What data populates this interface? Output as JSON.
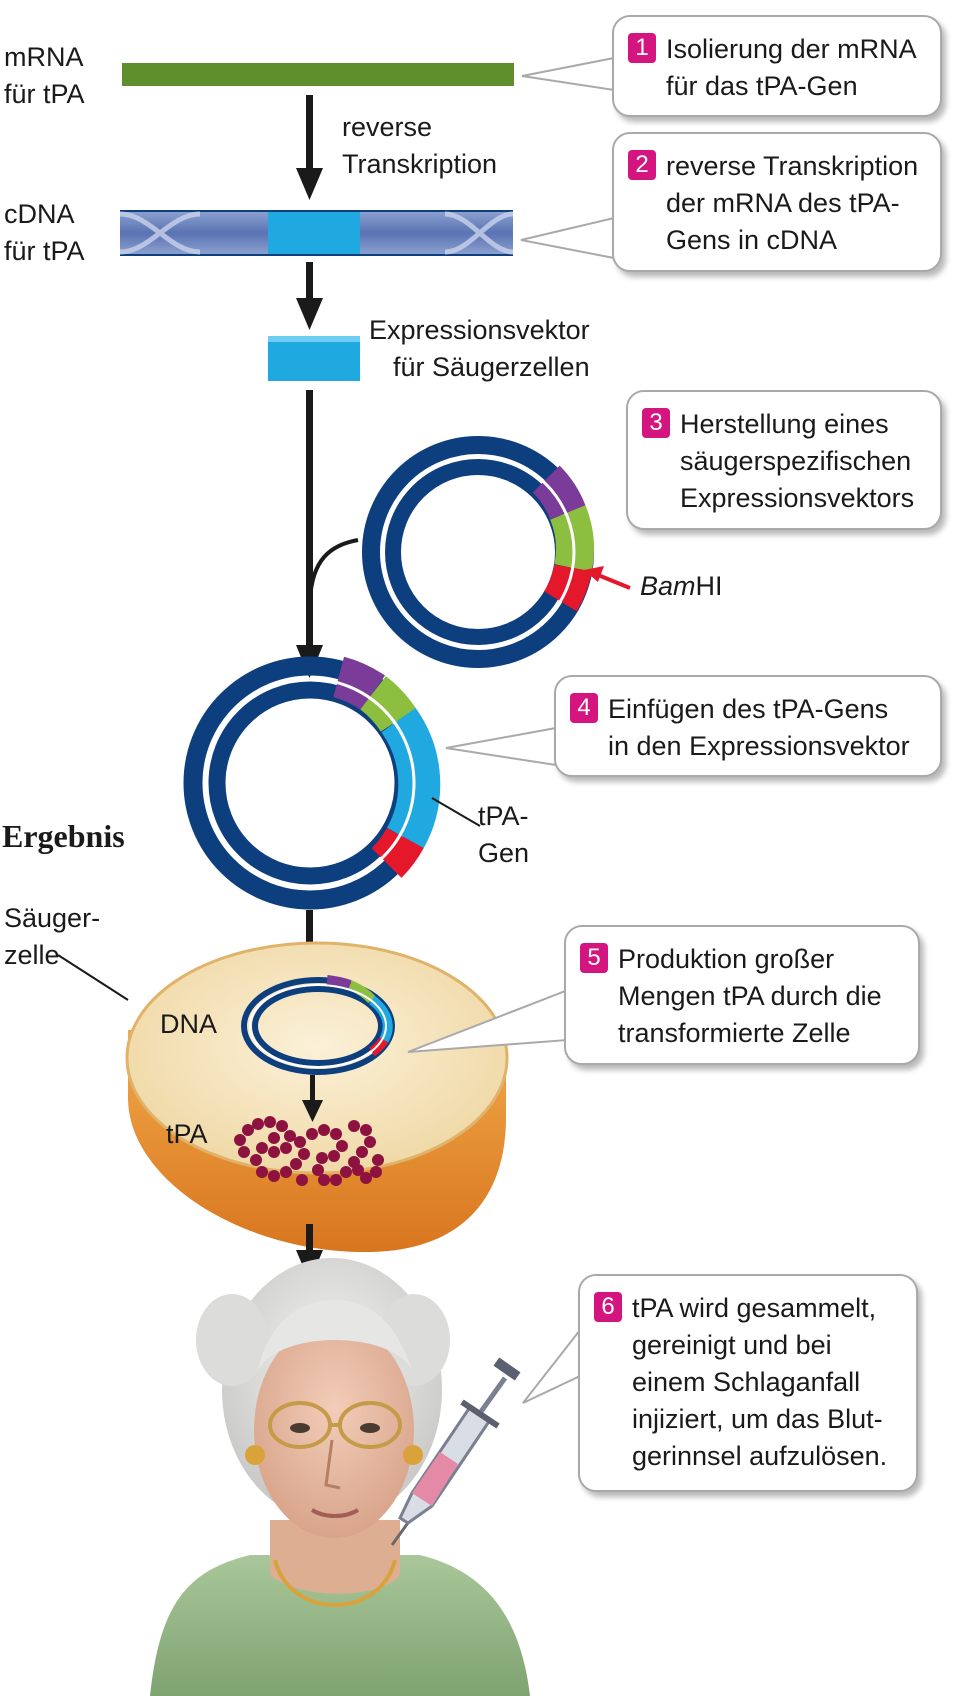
{
  "labels": {
    "mrna": [
      "mRNA",
      "für tPA"
    ],
    "reverse": [
      "reverse",
      "Transkription"
    ],
    "cdna": [
      "cDNA",
      "für tPA"
    ],
    "vector": [
      "Expressionsvektor",
      "für Säugerzellen"
    ],
    "bamhi_italic": "Bam",
    "bamhi_rest": "HI",
    "tpa_gen": [
      "tPA-",
      "Gen"
    ],
    "ergebnis": "Ergebnis",
    "saeugerzelle": [
      "Säuger-",
      "zelle"
    ],
    "dna": "DNA",
    "tpa": "tPA"
  },
  "steps": [
    {
      "number": "1",
      "lines": [
        "Isolierung der mRNA",
        "für das tPA-Gen"
      ]
    },
    {
      "number": "2",
      "lines": [
        "reverse Transkription",
        "der mRNA des tPA-",
        "Gens in cDNA"
      ]
    },
    {
      "number": "3",
      "lines": [
        "Herstellung eines",
        "säugerspezifischen",
        "Expressionsvektors"
      ]
    },
    {
      "number": "4",
      "lines": [
        "Einfügen des tPA-Gens",
        "in den Expressionsvektor"
      ]
    },
    {
      "number": "5",
      "lines": [
        "Produktion großer",
        "Mengen tPA durch die",
        "transformierte Zelle"
      ]
    },
    {
      "number": "6",
      "lines": [
        "tPA wird gesammelt,",
        "gereinigt und bei",
        "einem Schlaganfall",
        "injiziert, um das Blut-",
        "gerinnsel aufzulösen."
      ]
    }
  ],
  "colors": {
    "mrna_green": "#5f8f2c",
    "plasmid_navy": "#0d3e7d",
    "gene_cyan": "#1fa9e0",
    "segment_purple": "#7a3b99",
    "segment_green": "#8cbf3f",
    "segment_red": "#e4182a",
    "step_magenta": "#d4147f",
    "tpa_beads": "#8e1240",
    "cell_fill": "#f6e7c4",
    "cell_side": "#e7963a"
  },
  "icons": [
    "arrow-down-icon",
    "syringe-icon",
    "woman-patient-illustration"
  ]
}
